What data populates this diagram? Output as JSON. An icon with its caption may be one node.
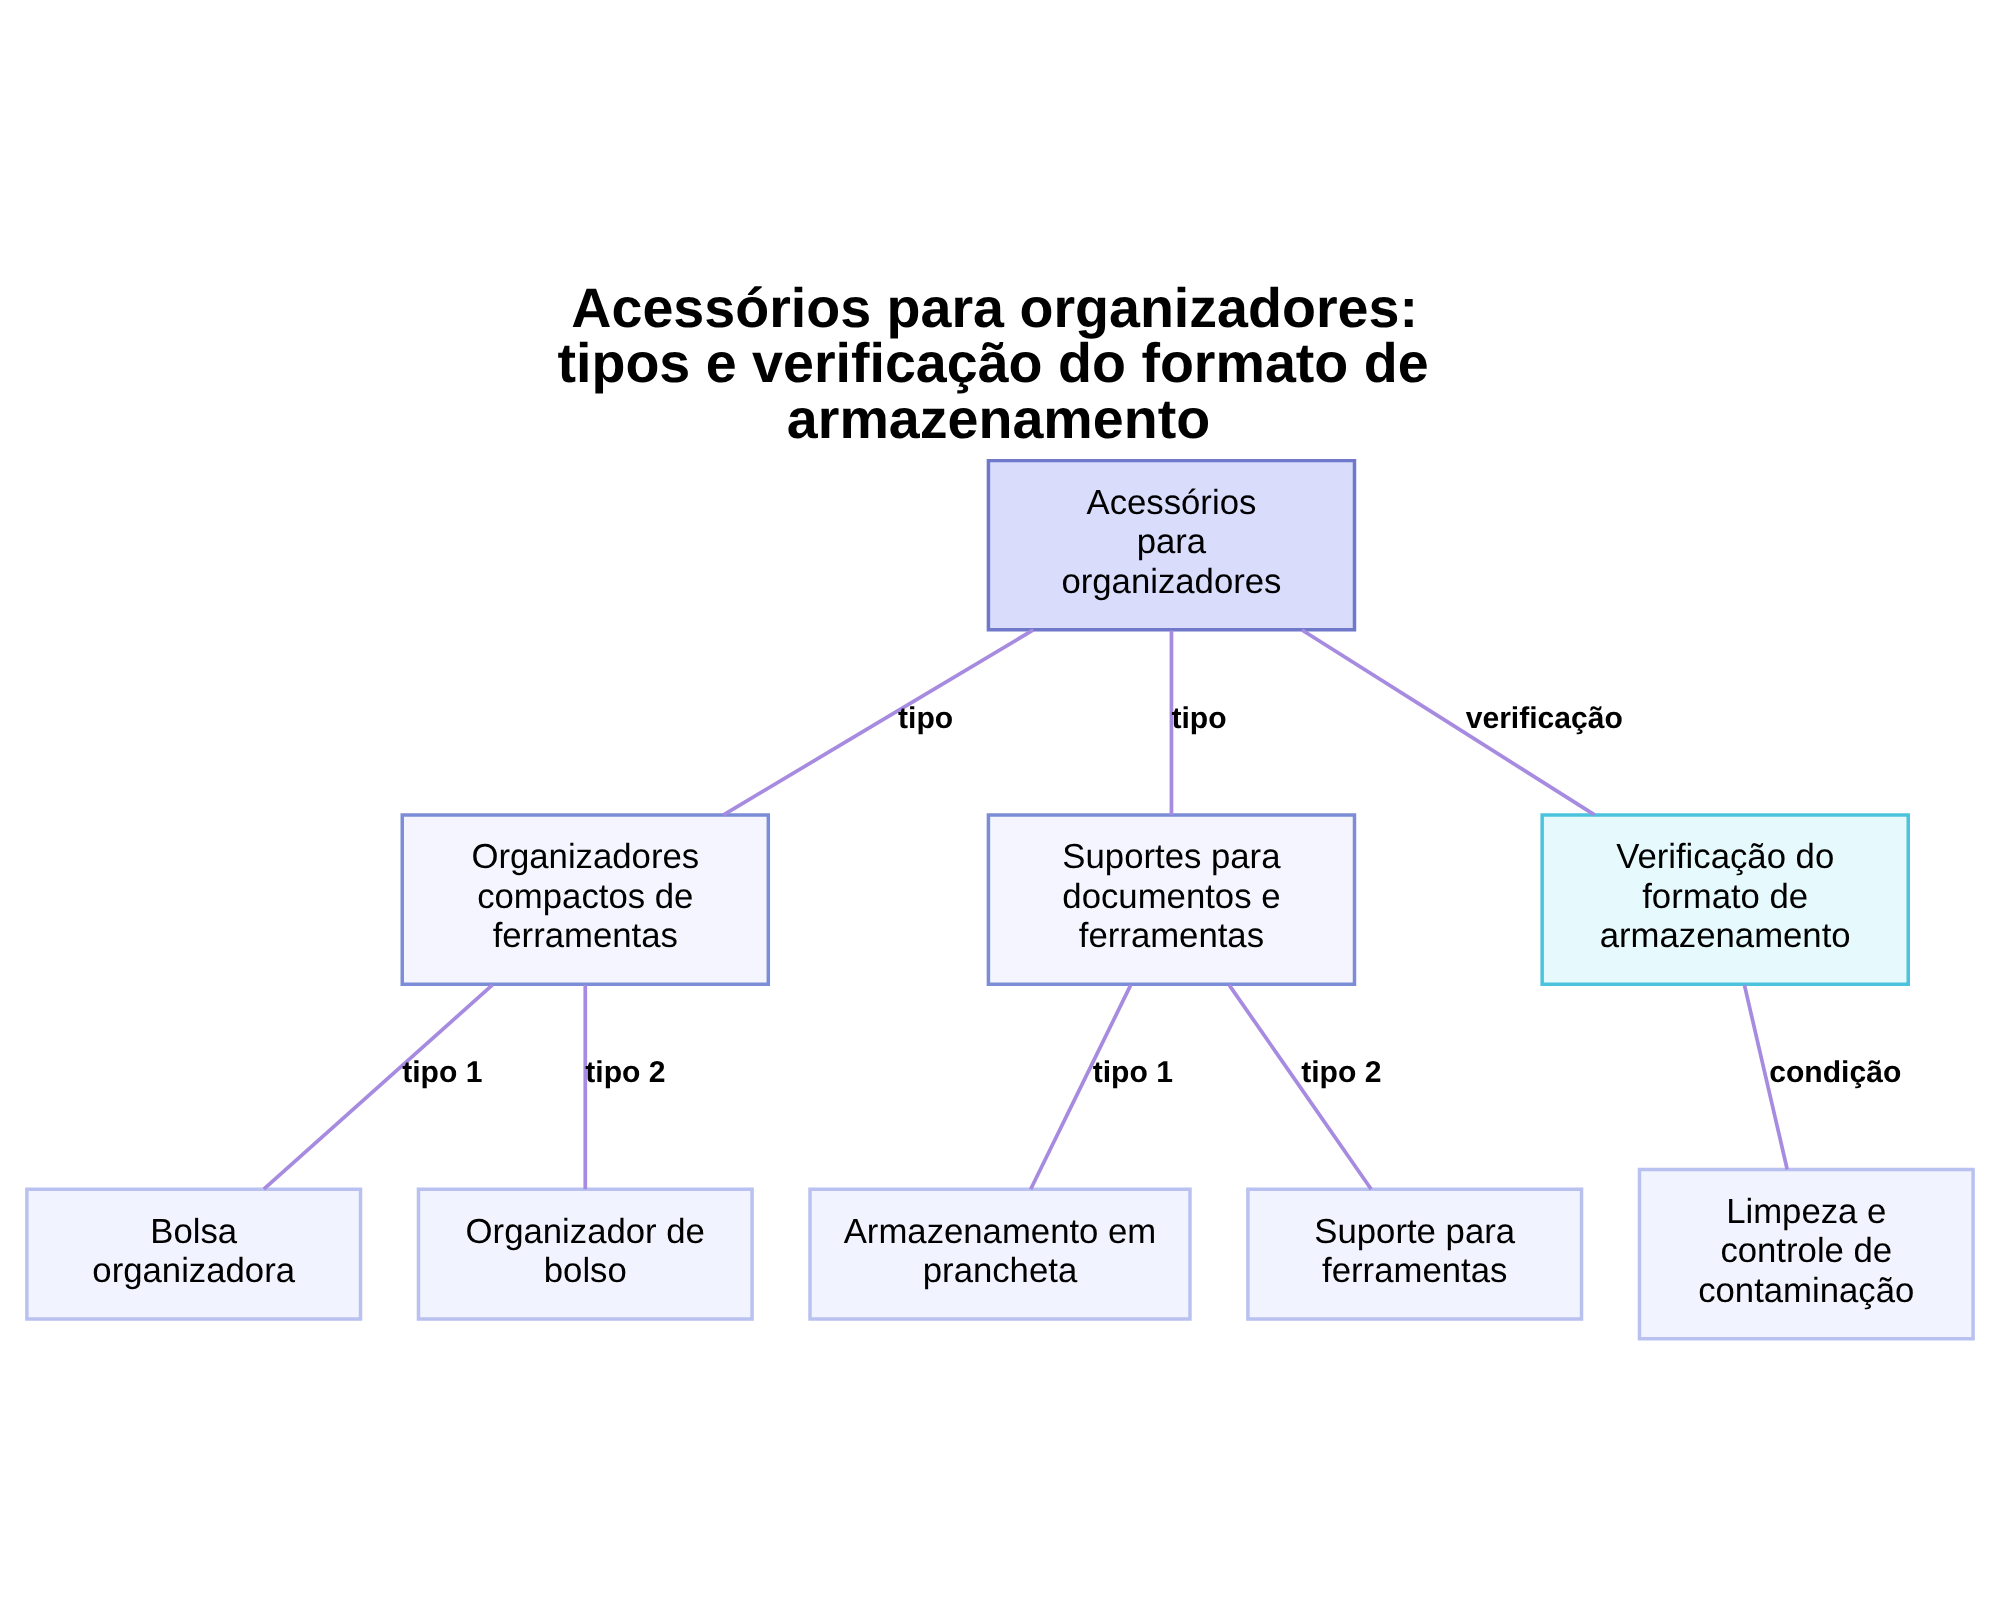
{
  "diagram": {
    "title": "Acessórios para organizadores: tipos e verificação do formato de armazenamento",
    "nodes": [
      {
        "text": [
          "Acessórios para organizadores"
        ]
      },
      {
        "text": [
          "Organizadores compactos de ferramentas"
        ]
      },
      {
        "text": [
          "Suportes para documentos e ferramentas"
        ]
      },
      {
        "text": [
          "Verificação do formato de armazenamento"
        ]
      },
      {
        "text": [
          "Bolsa organizadora"
        ]
      },
      {
        "text": [
          "Organizador de bolso"
        ]
      },
      {
        "text": [
          "Armazenamento em prancheta"
        ]
      },
      {
        "text": [
          "Suporte para ferramentas"
        ]
      },
      {
        "text": [
          "Limpeza e controle de contaminação"
        ]
      }
    ],
    "edges": [
      {
        "from": 0,
        "to": 1,
        "arrow": "none",
        "label": "tipo"
      },
      {
        "from": 0,
        "to": 2,
        "arrow": "none",
        "label": "tipo"
      },
      {
        "from": 0,
        "to": 3,
        "arrow": "none",
        "label": "verificação"
      },
      {
        "from": 1,
        "to": 4,
        "arrow": "none",
        "label": "tipo 1"
      },
      {
        "from": 1,
        "to": 5,
        "arrow": "none",
        "label": "tipo 2"
      },
      {
        "from": 2,
        "to": 6,
        "arrow": "none",
        "label": "tipo 1"
      },
      {
        "from": 2,
        "to": 7,
        "arrow": "none",
        "label": "tipo 2"
      },
      {
        "from": 3,
        "to": 8,
        "arrow": "none",
        "label": "condição"
      }
    ]
  }
}
